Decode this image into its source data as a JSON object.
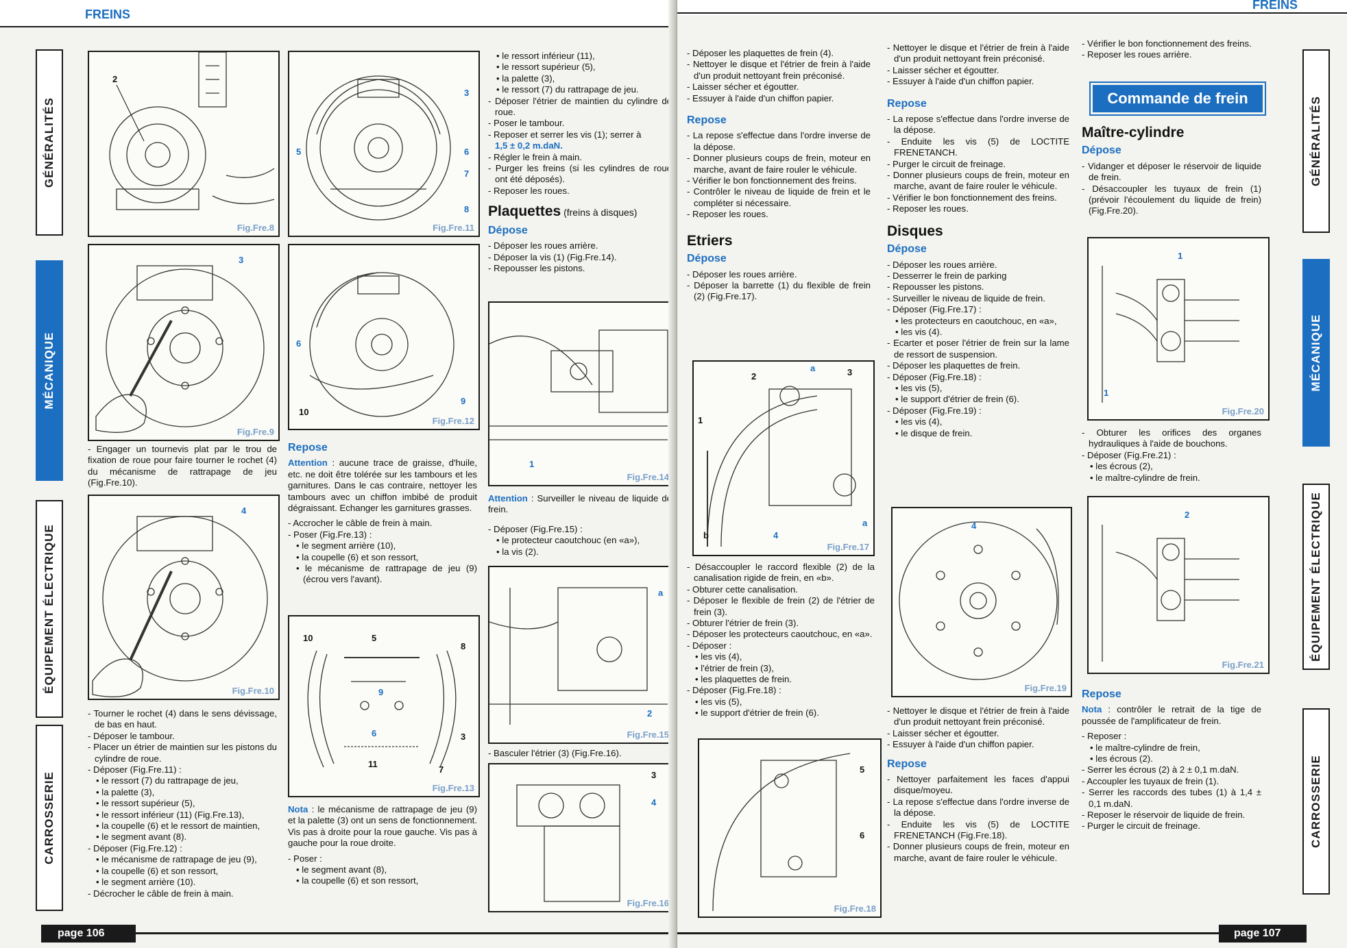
{
  "left": {
    "section": "FREINS",
    "page_number": "page 106",
    "tabs": [
      "GÉNÉRALITÉS",
      "MÉCANIQUE",
      "ÉQUIPEMENT ÉLECTRIQUE",
      "CARROSSERIE"
    ],
    "figs": {
      "f8": {
        "label": "Fig.Fre.8",
        "n": [
          "2"
        ]
      },
      "f11": {
        "label": "Fig.Fre.11",
        "n": [
          "3",
          "5",
          "6",
          "7",
          "8"
        ]
      },
      "f9": {
        "label": "Fig.Fre.9",
        "n": [
          "3"
        ]
      },
      "f12": {
        "label": "Fig.Fre.12",
        "n": [
          "6",
          "10",
          "9"
        ]
      },
      "f10": {
        "label": "Fig.Fre.10",
        "n": [
          "4"
        ]
      },
      "f13": {
        "label": "Fig.Fre.13",
        "n": [
          "10",
          "5",
          "8",
          "9",
          "6",
          "3",
          "11",
          "7"
        ]
      },
      "f14": {
        "label": "Fig.Fre.14",
        "n": [
          "1"
        ]
      },
      "f15": {
        "label": "Fig.Fre.15",
        "n": [
          "a",
          "2"
        ]
      },
      "f16": {
        "label": "Fig.Fre.16",
        "n": [
          "3",
          "4"
        ]
      }
    },
    "col1": [
      "- Engager un tournevis plat par le trou de fixation de roue pour faire tourner le rochet (4) du mécanisme de rattrapage de jeu (Fig.Fre.10).",
      "- Tourner le rochet (4) dans le sens dévissage, de bas en haut.",
      "- Déposer le tambour.",
      "- Placer un étrier de maintien sur les pistons du cylindre de roue.",
      "- Déposer (Fig.Fre.11) :",
      "• le ressort (7) du rattrapage de jeu,",
      "• la palette (3),",
      "• le ressort supérieur (5),",
      "• le ressort inférieur (11) (Fig.Fre.13),",
      "• la coupelle (6) et le ressort de maintien,",
      "• le segment avant (8).",
      "- Déposer (Fig.Fre.12) :",
      "• le mécanisme de rattrapage de jeu (9),",
      "• la coupelle (6) et son ressort,",
      "• le segment arrière (10).",
      "- Décrocher le câble de frein à main."
    ],
    "col2": {
      "reposeTitle": "Repose",
      "attentionKey": "Attention",
      "attention": " : aucune trace de graisse, d'huile, etc. ne doit être tolérée sur les tambours et les garnitures. Dans le cas contraire, nettoyer les tambours avec un chiffon imbibé de produit dégraissant. Echanger les garnitures grasses.",
      "items": [
        "- Accrocher le câble de frein à main.",
        "- Poser (Fig.Fre.13) :",
        "• le segment arrière (10),",
        "• la coupelle (6) et son ressort,",
        "• le mécanisme de rattrapage de jeu (9) (écrou vers l'avant)."
      ],
      "notaKey": "Nota",
      "nota": " : le mécanisme de rattrapage de jeu (9) et la palette (3) ont un sens de fonctionnement. Vis pas à droite pour la roue gauche. Vis pas à gauche pour la roue droite.",
      "items2": [
        "- Poser :",
        "• le segment avant (8),",
        "• la coupelle (6) et son ressort,"
      ]
    },
    "col3": {
      "top": [
        "• le ressort inférieur (11),",
        "• le ressort supérieur (5),",
        "• la palette (3),",
        "• le ressort (7) du rattrapage de jeu.",
        "- Déposer l'étrier de maintien du cylindre de roue.",
        "- Poser le tambour.",
        "- Reposer et serrer les vis (1); serrer à",
        "1,5 ± 0,2 m.daN.",
        "- Régler le frein à main.",
        "- Purger les freins (si les cylindres de roue ont été déposés).",
        "- Reposer les roues."
      ],
      "plaqTitle": "Plaquettes",
      "plaqSub": " (freins à disques)",
      "deposeTitle": "Dépose",
      "dep": [
        "- Déposer les roues arrière.",
        "- Déposer la vis (1) (Fig.Fre.14).",
        "- Repousser les pistons."
      ],
      "attentionKey": "Attention",
      "attention": " : Surveiller le niveau de liquide de frein.",
      "dep2": [
        "- Déposer (Fig.Fre.15) :",
        "• le protecteur caoutchouc (en «a»),",
        "• la vis (2)."
      ],
      "basculer": "- Basculer l'étrier (3) (Fig.Fre.16)."
    }
  },
  "right": {
    "section": "FREINS",
    "page_number": "page 107",
    "tabs": [
      "GÉNÉRALITÉS",
      "MÉCANIQUE",
      "ÉQUIPEMENT ÉLECTRIQUE",
      "CARROSSERIE"
    ],
    "figs": {
      "f17": {
        "label": "Fig.Fre.17",
        "n": [
          "2",
          "a",
          "3",
          "1",
          "b",
          "4",
          "a"
        ]
      },
      "f18": {
        "label": "Fig.Fre.18",
        "n": [
          "5",
          "6"
        ]
      },
      "f19": {
        "label": "Fig.Fre.19",
        "n": [
          "4"
        ]
      },
      "f20": {
        "label": "Fig.Fre.20",
        "n": [
          "1",
          "1"
        ]
      },
      "f21": {
        "label": "Fig.Fre.21",
        "n": [
          "2"
        ]
      }
    },
    "col1": {
      "top": [
        "- Déposer les plaquettes de frein (4).",
        "- Nettoyer le disque et l'étrier de frein à l'aide d'un produit nettoyant frein préconisé.",
        "- Laisser sécher et égoutter.",
        "- Essuyer à l'aide d'un chiffon papier."
      ],
      "reposeTitle": "Repose",
      "repose": [
        "- La repose s'effectue dans l'ordre inverse de la dépose.",
        "- Donner plusieurs coups de frein, moteur en marche, avant de faire rouler le véhicule.",
        "- Vérifier le bon fonctionnement des freins.",
        "- Contrôler le niveau de liquide de frein et le compléter si nécessaire.",
        "- Reposer les roues."
      ],
      "etriersTitle": "Etriers",
      "deposeTitle": "Dépose",
      "dep": [
        "- Déposer les roues arrière.",
        "- Déposer la barrette (1) du flexible de frein (2) (Fig.Fre.17)."
      ],
      "dep2": [
        "- Désaccoupler le raccord flexible (2) de la canalisation rigide de frein, en «b».",
        "- Obturer cette canalisation.",
        "- Déposer le flexible de frein (2) de l'étrier de frein (3).",
        "- Obturer l'étrier de frein (3).",
        "- Déposer les protecteurs caoutchouc, en «a».",
        "- Déposer :",
        "• les vis (4),",
        "• l'étrier de frein (3),",
        "• les plaquettes de frein.",
        "- Déposer (Fig.Fre.18) :",
        "• les vis (5),",
        "• le support d'étrier de frein (6)."
      ]
    },
    "col2": {
      "top": [
        "- Nettoyer le disque et l'étrier de frein à l'aide d'un produit nettoyant frein préconisé.",
        "- Laisser sécher et égoutter.",
        "- Essuyer à l'aide d'un chiffon papier."
      ],
      "reposeTitle": "Repose",
      "repose": [
        "- La repose s'effectue dans l'ordre inverse de la dépose.",
        "- Enduite les vis (5) de LOCTITE FRENETANCH.",
        "- Purger le circuit de freinage.",
        "- Donner plusieurs coups de frein, moteur en marche, avant de faire rouler le véhicule.",
        "- Vérifier le bon fonctionnement des freins.",
        "- Reposer les roues."
      ],
      "disquesTitle": "Disques",
      "deposeTitle": "Dépose",
      "dep": [
        "- Déposer les roues arrière.",
        "- Desserrer le frein de parking",
        "- Repousser les pistons.",
        "- Surveiller le niveau de liquide de frein.",
        "- Déposer (Fig.Fre.17) :",
        "• les protecteurs en caoutchouc, en «a»,",
        "• les vis (4).",
        "- Ecarter et poser l'étrier de frein sur la lame de ressort de suspension.",
        "- Déposer les plaquettes de frein.",
        "- Déposer (Fig.Fre.18) :",
        "• les vis (5),",
        "• le support d'étrier de frein (6).",
        "- Déposer (Fig.Fre.19) :",
        "• les vis (4),",
        "• le disque de frein."
      ],
      "after19": [
        "- Nettoyer le disque et l'étrier de frein à l'aide d'un produit nettoyant frein préconisé.",
        "- Laisser sécher et égoutter.",
        "- Essuyer à l'aide d'un chiffon papier."
      ],
      "repose2Title": "Repose",
      "repose2": [
        "- Nettoyer parfaitement les faces d'appui disque/moyeu.",
        "- La repose s'effectue dans l'ordre inverse de la dépose.",
        "- Enduite les vis (5) de LOCTITE FRENETANCH (Fig.Fre.18).",
        "- Donner plusieurs coups de frein, moteur en marche, avant de faire rouler le véhicule."
      ]
    },
    "col3": {
      "top": [
        "- Vérifier le bon fonctionnement des freins.",
        "- Reposer les roues arrière."
      ],
      "cmdTitle": "Commande de frein",
      "mcTitle": "Maître-cylindre",
      "deposeTitle": "Dépose",
      "dep": [
        "- Vidanger et déposer le réservoir de liquide de frein.",
        "- Désaccoupler les tuyaux de frein (1) (prévoir l'écoulement du liquide de frein) (Fig.Fre.20)."
      ],
      "dep2": [
        "- Obturer les orifices des organes hydrauliques à l'aide de bouchons.",
        "- Déposer (Fig.Fre.21) :",
        "• les écrous (2),",
        "• le maître-cylindre de frein."
      ],
      "reposeTitle": "Repose",
      "notaKey": "Nota",
      "nota": " : contrôler le retrait de la tige de poussée de l'amplificateur de frein.",
      "rep": [
        "- Reposer :",
        "• le maître-cylindre de frein,",
        "• les écrous (2).",
        "- Serrer les écrous (2) à 2 ± 0,1 m.daN.",
        "- Accoupler les tuyaux de frein (1).",
        "- Serrer les raccords des tubes (1) à 1,4 ± 0,1 m.daN.",
        "- Reposer le réservoir de liquide de frein.",
        "- Purger le circuit de freinage."
      ]
    }
  },
  "colors": {
    "accent": "#1c6fc0",
    "ink": "#1a1a1a",
    "paper": "#f3f3ef"
  }
}
